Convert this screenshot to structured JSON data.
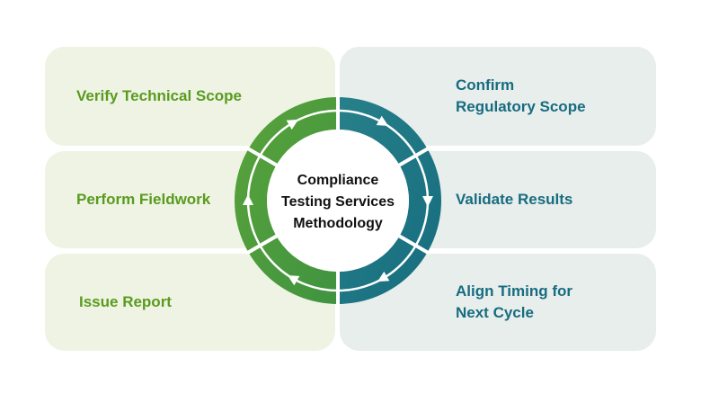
{
  "steps": {
    "verify": "Verify Technical Scope",
    "confirm": "Confirm\nRegulatory Scope",
    "perform": "Perform Fieldwork",
    "validate": "Validate Results",
    "issue": "Issue Report",
    "align": "Align Timing for\nNext Cycle"
  },
  "center": {
    "title": "Compliance\nTesting Services\nMethodology"
  },
  "colors": {
    "green": "#5a9b1f",
    "green_ring": "#55a133",
    "teal": "#176c80",
    "teal_ring": "#1f7f8a",
    "left_card_bg": "#eef3e3",
    "right_card_bg": "#e8eeec"
  },
  "icons": {
    "cycle_arrows": "cycle-arrow-icon"
  }
}
